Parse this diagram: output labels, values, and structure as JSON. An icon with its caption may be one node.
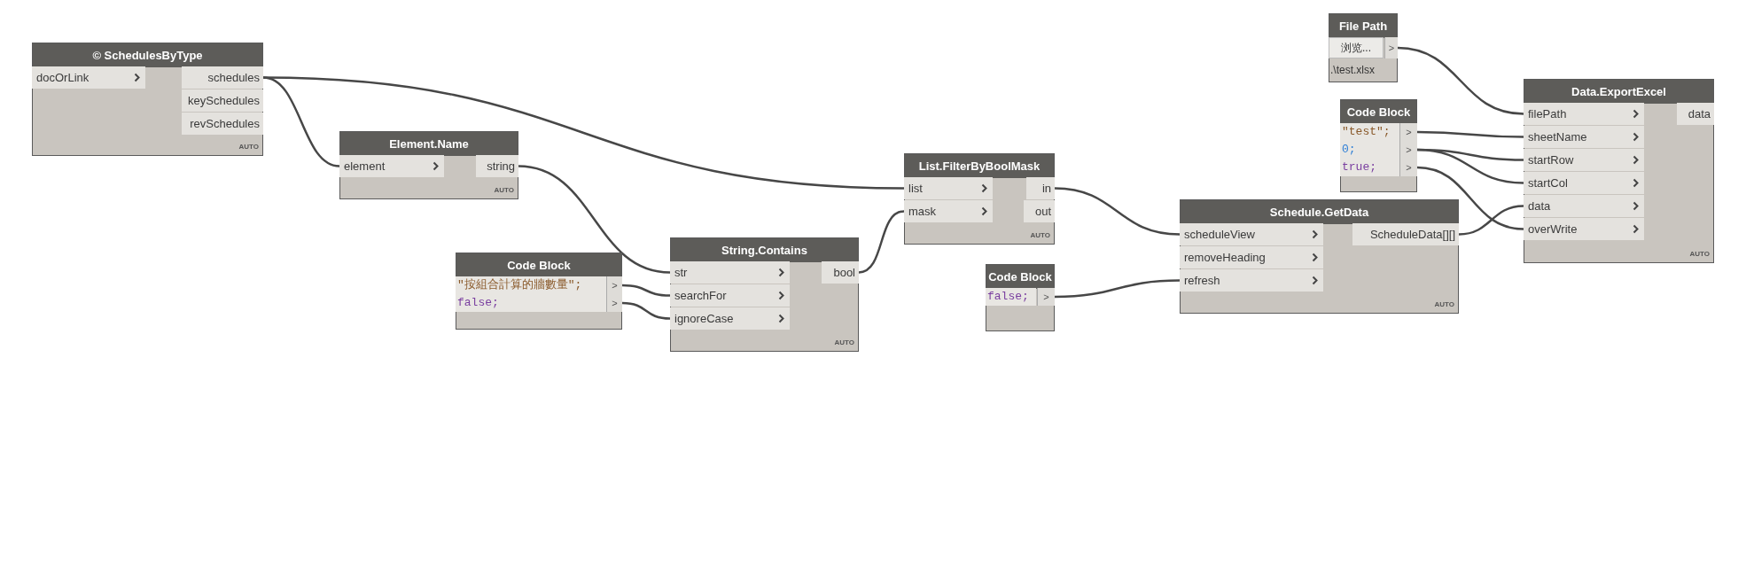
{
  "diagram": {
    "nodes": [
      {
        "text": [
          "© SchedulesByType",
          "AUTO"
        ]
      },
      {
        "text": [
          "docOrLink"
        ],
        "in": 0
      },
      {
        "text": [
          "schedules"
        ],
        "in": 0
      },
      {
        "text": [
          "keySchedules"
        ],
        "in": 0
      },
      {
        "text": [
          "revSchedules"
        ],
        "in": 0
      },
      {
        "text": [
          "Element.Name",
          "AUTO"
        ]
      },
      {
        "text": [
          "element"
        ],
        "in": 5
      },
      {
        "text": [
          "string"
        ],
        "in": 5
      },
      {
        "text": [
          "Code Block"
        ]
      },
      {
        "text": [
          "\"按組合計算的牆數量\";"
        ],
        "in": 8
      },
      {
        "text": [
          ">"
        ],
        "in": 8
      },
      {
        "text": [
          "false;"
        ],
        "in": 8
      },
      {
        "text": [
          ">"
        ],
        "in": 8
      },
      {
        "text": [
          "String.Contains",
          "AUTO"
        ]
      },
      {
        "text": [
          "str"
        ],
        "in": 13
      },
      {
        "text": [
          "searchFor"
        ],
        "in": 13
      },
      {
        "text": [
          "ignoreCase"
        ],
        "in": 13
      },
      {
        "text": [
          "bool"
        ],
        "in": 13
      },
      {
        "text": [
          "List.FilterByBoolMask",
          "AUTO"
        ]
      },
      {
        "text": [
          "list"
        ],
        "in": 18
      },
      {
        "text": [
          "mask"
        ],
        "in": 18
      },
      {
        "text": [
          "in"
        ],
        "in": 18
      },
      {
        "text": [
          "out"
        ],
        "in": 18
      },
      {
        "text": [
          "Code Block"
        ]
      },
      {
        "text": [
          "false;"
        ],
        "in": 23
      },
      {
        "text": [
          ">"
        ],
        "in": 23
      },
      {
        "text": [
          "Schedule.GetData",
          "AUTO"
        ]
      },
      {
        "text": [
          "scheduleView"
        ],
        "in": 26
      },
      {
        "text": [
          "removeHeading"
        ],
        "in": 26
      },
      {
        "text": [
          "refresh"
        ],
        "in": 26
      },
      {
        "text": [
          "ScheduleData[][]"
        ],
        "in": 26
      },
      {
        "text": [
          "File Path",
          ".\\test.xlsx"
        ]
      },
      {
        "text": [
          "浏览..."
        ],
        "in": 31
      },
      {
        "text": [
          ">"
        ],
        "in": 31
      },
      {
        "text": [
          "Code Block"
        ]
      },
      {
        "text": [
          "\"test\";"
        ],
        "in": 34
      },
      {
        "text": [
          ">"
        ],
        "in": 34
      },
      {
        "text": [
          "0;"
        ],
        "in": 34
      },
      {
        "text": [
          ">"
        ],
        "in": 34
      },
      {
        "text": [
          "true;"
        ],
        "in": 34
      },
      {
        "text": [
          ">"
        ],
        "in": 34
      },
      {
        "text": [
          "Data.ExportExcel",
          "AUTO"
        ]
      },
      {
        "text": [
          "filePath"
        ],
        "in": 41
      },
      {
        "text": [
          "sheetName"
        ],
        "in": 41
      },
      {
        "text": [
          "startRow"
        ],
        "in": 41
      },
      {
        "text": [
          "startCol"
        ],
        "in": 41
      },
      {
        "text": [
          "data"
        ],
        "in": 41
      },
      {
        "text": [
          "overWrite"
        ],
        "in": 41
      },
      {
        "text": [
          "data"
        ],
        "in": 41
      }
    ],
    "edges": [
      {
        "from": 2,
        "to": 6,
        "arrow": "none"
      },
      {
        "from": 2,
        "to": 19,
        "arrow": "none"
      },
      {
        "from": 7,
        "to": 14,
        "arrow": "none"
      },
      {
        "from": 10,
        "to": 15,
        "arrow": "none"
      },
      {
        "from": 12,
        "to": 16,
        "arrow": "none"
      },
      {
        "from": 17,
        "to": 20,
        "arrow": "none"
      },
      {
        "from": 21,
        "to": 27,
        "arrow": "none"
      },
      {
        "from": 25,
        "to": 29,
        "arrow": "none"
      },
      {
        "from": 33,
        "to": 42,
        "arrow": "none"
      },
      {
        "from": 36,
        "to": 43,
        "arrow": "none"
      },
      {
        "from": 38,
        "to": 44,
        "arrow": "none"
      },
      {
        "from": 38,
        "to": 45,
        "arrow": "none"
      },
      {
        "from": 30,
        "to": 46,
        "arrow": "none"
      },
      {
        "from": 40,
        "to": 47,
        "arrow": "none"
      }
    ]
  }
}
